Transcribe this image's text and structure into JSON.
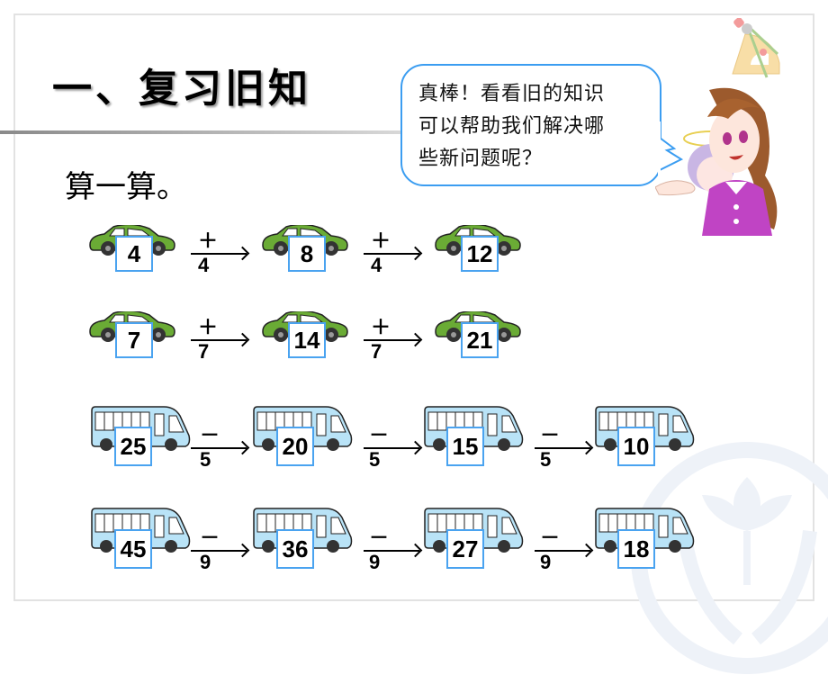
{
  "slide": {
    "title": "一、复习旧知",
    "subtitle": "算一算。",
    "speech_bubble": {
      "lines": [
        "真棒！看看旧的知识",
        "可以帮助我们解决哪",
        "些新问题呢？"
      ]
    },
    "colors": {
      "accent_blue": "#3b9df1",
      "car_green": "#6aab35",
      "bus_blue": "#b9e3f7",
      "box_border": "#4aa3f0"
    }
  },
  "sequences": [
    {
      "vehicle": "car",
      "values": [
        "4",
        "8",
        "12"
      ],
      "ops": [
        "＋4",
        "＋4"
      ]
    },
    {
      "vehicle": "car",
      "values": [
        "7",
        "14",
        "21"
      ],
      "ops": [
        "＋7",
        "＋7"
      ]
    },
    {
      "vehicle": "bus",
      "values": [
        "25",
        "20",
        "15",
        "10"
      ],
      "ops": [
        "－5",
        "－5",
        "－5"
      ]
    },
    {
      "vehicle": "bus",
      "values": [
        "45",
        "36",
        "27",
        "18"
      ],
      "ops": [
        "－9",
        "－9",
        "－9"
      ]
    }
  ]
}
